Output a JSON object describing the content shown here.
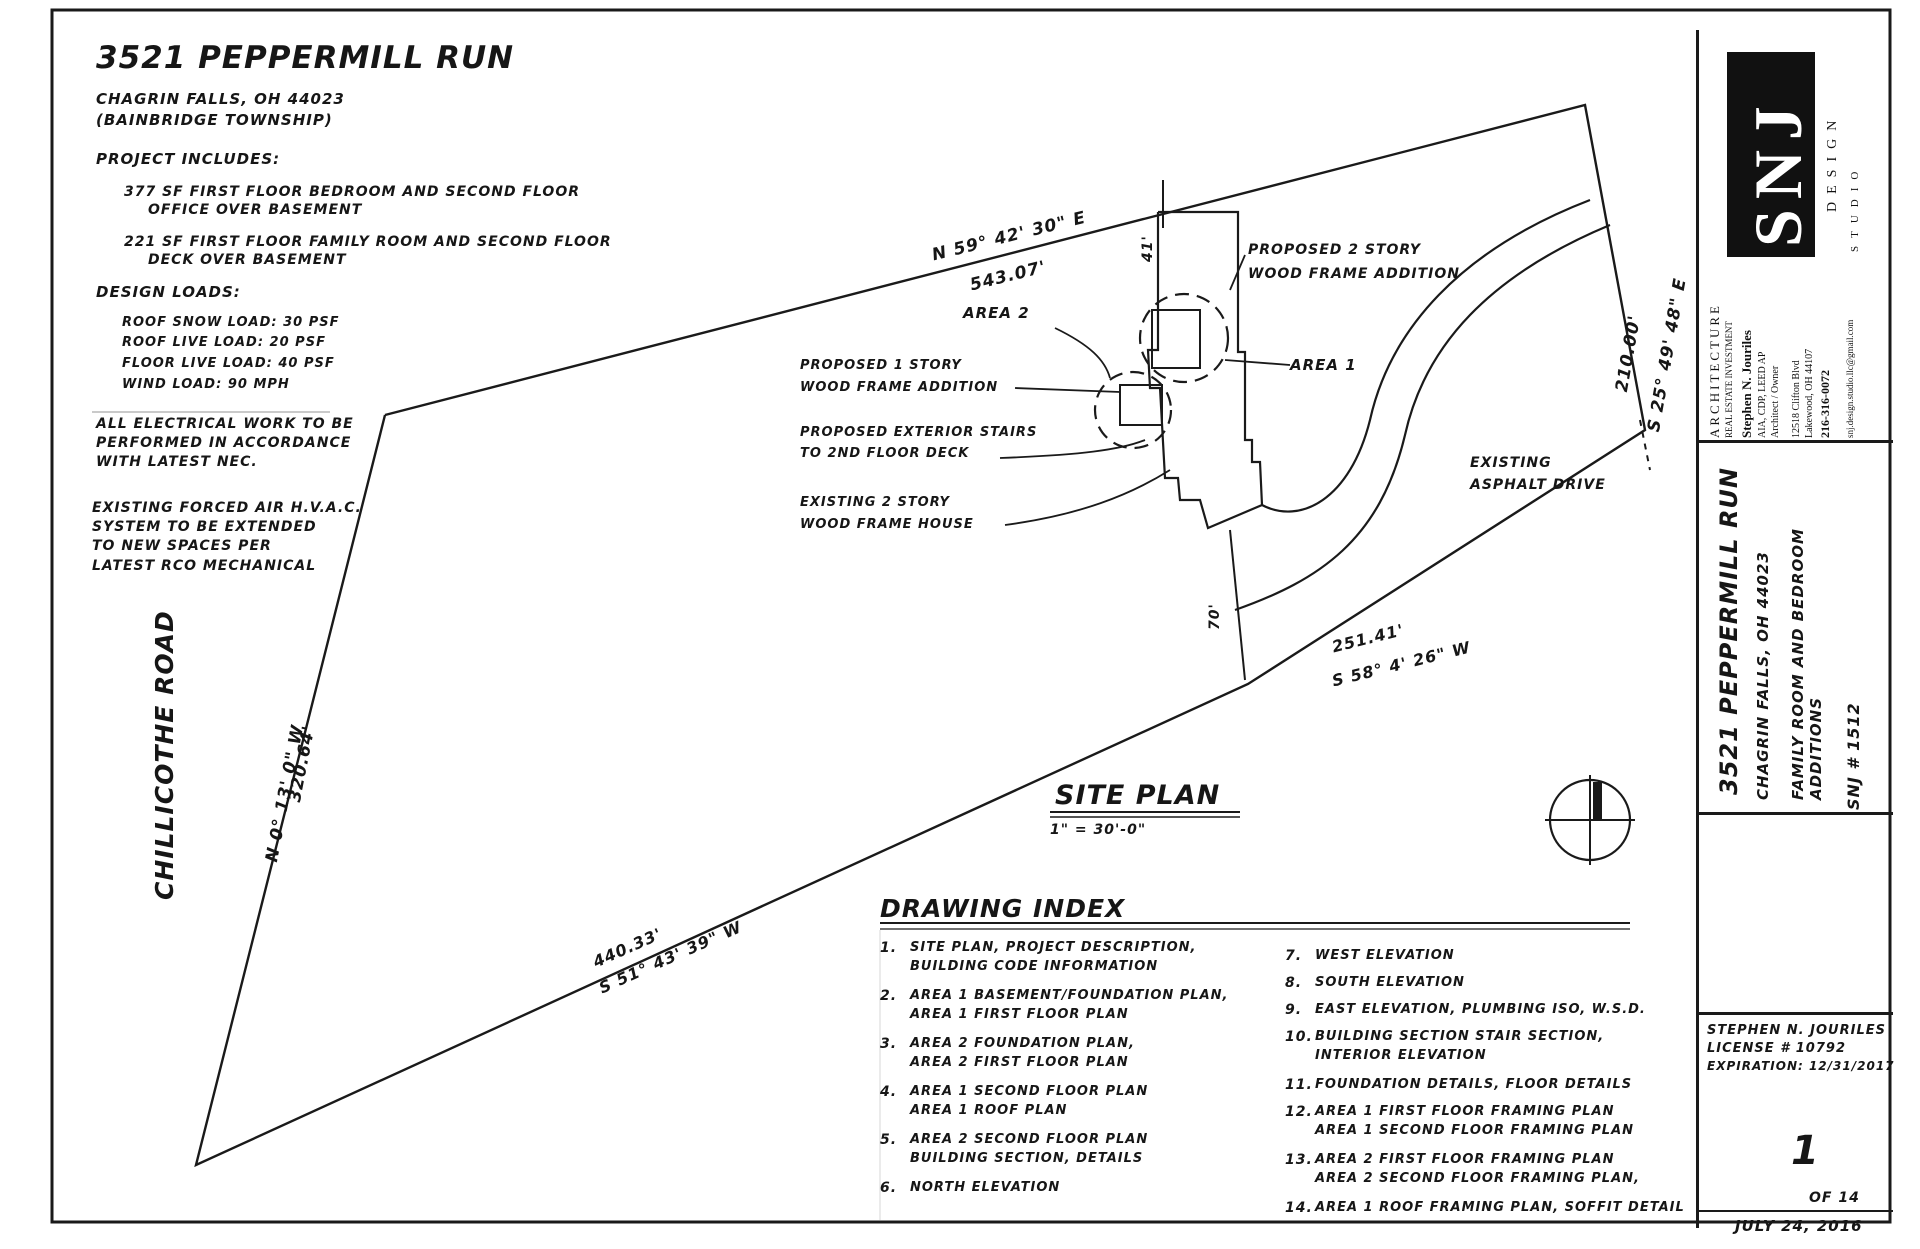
{
  "project": {
    "address": "3521 PEPPERMILL RUN",
    "city": "CHAGRIN FALLS, OH 44023",
    "township": "(BAINBRIDGE TOWNSHIP)"
  },
  "notes": {
    "includes_heading": "PROJECT INCLUDES:",
    "includes": [
      "377 SF FIRST FLOOR BEDROOM AND SECOND FLOOR",
      "OFFICE OVER BASEMENT",
      "221 SF FIRST FLOOR FAMILY ROOM AND SECOND FLOOR",
      "DECK OVER BASEMENT"
    ],
    "loads_heading": "DESIGN LOADS:",
    "loads": [
      "ROOF SNOW LOAD: 30 PSF",
      "ROOF LIVE LOAD: 20 PSF",
      "FLOOR LIVE LOAD: 40 PSF",
      "WIND LOAD: 90 MPH"
    ],
    "electrical": [
      "ALL ELECTRICAL WORK TO BE",
      "PERFORMED IN ACCORDANCE",
      "WITH LATEST NEC."
    ],
    "hvac": [
      "EXISTING FORCED AIR H.V.A.C.",
      "SYSTEM TO BE EXTENDED",
      "TO NEW SPACES PER",
      "LATEST RCO MECHANICAL"
    ]
  },
  "site": {
    "road": "CHILLICOTHE ROAD",
    "north_bearing": "N 59° 42' 30\" E",
    "north_length": "543.07'",
    "west_bearing": "N 0° 13' 0\" W",
    "west_length": "320.64'",
    "south_bearing": "S 51° 43' 39\" W",
    "south_length": "440.33'",
    "east_bearing": "S 25° 49' 48\" E",
    "east_length": "210.00'",
    "se_bearing": "S 58° 4' 26\" W",
    "se_length": "251.41'",
    "setback_top": "41'",
    "setback_bottom": "70'",
    "labels": {
      "area2": "AREA 2",
      "area1": "AREA 1",
      "prop2story": [
        "PROPOSED 2 STORY",
        "WOOD FRAME ADDITION"
      ],
      "prop1story": [
        "PROPOSED 1 STORY",
        "WOOD FRAME ADDITION"
      ],
      "stairs": [
        "PROPOSED EXTERIOR STAIRS",
        "TO 2ND FLOOR DECK"
      ],
      "house": [
        "EXISTING 2 STORY",
        "WOOD FRAME HOUSE"
      ],
      "drive": [
        "EXISTING",
        "ASPHALT DRIVE"
      ]
    },
    "plan_title": "SITE PLAN",
    "scale": "1\" = 30'-0\""
  },
  "index": {
    "title": "DRAWING INDEX",
    "left": [
      [
        "1.",
        "SITE PLAN, PROJECT DESCRIPTION,",
        "BUILDING CODE INFORMATION"
      ],
      [
        "2.",
        "AREA 1 BASEMENT/FOUNDATION PLAN,",
        "AREA 1 FIRST FLOOR PLAN"
      ],
      [
        "3.",
        "AREA 2 FOUNDATION PLAN,",
        "AREA 2 FIRST FLOOR PLAN"
      ],
      [
        "4.",
        "AREA 1 SECOND FLOOR PLAN",
        "AREA 1 ROOF PLAN"
      ],
      [
        "5.",
        "AREA 2 SECOND FLOOR PLAN",
        "BUILDING SECTION, DETAILS"
      ],
      [
        "6.",
        "NORTH ELEVATION",
        ""
      ]
    ],
    "right": [
      [
        "7.",
        "WEST ELEVATION",
        ""
      ],
      [
        "8.",
        "SOUTH ELEVATION",
        ""
      ],
      [
        "9.",
        "EAST ELEVATION, PLUMBING ISO, W.S.D.",
        ""
      ],
      [
        "10.",
        "BUILDING SECTION STAIR SECTION,",
        "INTERIOR ELEVATION"
      ],
      [
        "11.",
        "FOUNDATION DETAILS, FLOOR DETAILS",
        ""
      ],
      [
        "12.",
        "AREA 1 FIRST FLOOR FRAMING PLAN",
        "AREA 1 SECOND FLOOR FRAMING PLAN"
      ],
      [
        "13.",
        "AREA 2 FIRST FLOOR FRAMING PLAN",
        "AREA 2 SECOND FLOOR FRAMING PLAN,"
      ],
      [
        "14.",
        "AREA 1 ROOF FRAMING PLAN, SOFFIT DETAIL",
        ""
      ]
    ]
  },
  "titleblock": {
    "logo": "SNJ",
    "logo_sub": "DESIGN",
    "logo_sub2": "STUDIO",
    "firm_line1": "ARCHITECTURE",
    "firm_line2": "REAL ESTATE INVESTMENT",
    "architect": "Stephen N. Jouriles",
    "credentials": "AIA, CDP, LEED AP",
    "role": "Architect / Owner",
    "street": "12518 Clifton Blvd",
    "city": "Lakewood, OH 44107",
    "phone": "216-316-0072",
    "email": "snj.design.studio.llc@gmail.com",
    "project_address": "3521 PEPPERMILL RUN",
    "project_city": "CHAGRIN FALLS, OH 44023",
    "project_desc1": "FAMILY ROOM AND BEDROOM",
    "project_desc2": "ADDITIONS",
    "job_no": "SNJ # 1512",
    "license_name": "STEPHEN N. JOURILES",
    "license_no": "LICENSE # 10792",
    "expiration": "EXPIRATION: 12/31/2017",
    "sheet_no": "1",
    "sheet_of": "OF 14",
    "date": "JULY 24, 2016"
  }
}
